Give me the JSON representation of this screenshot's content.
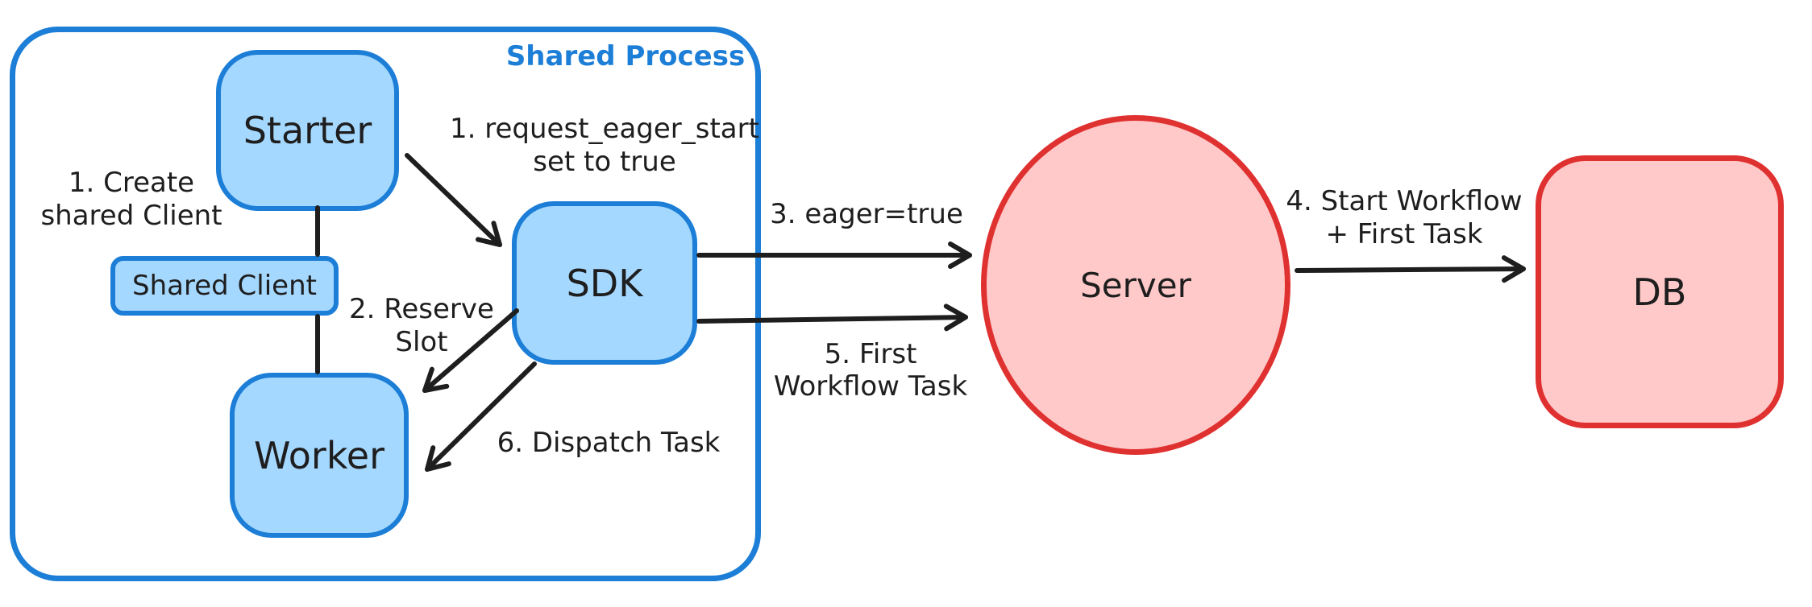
{
  "diagram": {
    "container": {
      "label": "Shared Process"
    },
    "nodes": {
      "starter": "Starter",
      "shared_client": "Shared Client",
      "worker": "Worker",
      "sdk": "SDK",
      "server": "Server",
      "db": "DB"
    },
    "labels": {
      "create_shared_client": {
        "line1": "1. Create",
        "line2": "shared Client"
      },
      "request_eager_start": {
        "line1": "1. request_eager_start",
        "line2": "set to true"
      },
      "reserve_slot": {
        "line1": "2. Reserve",
        "line2": "Slot"
      },
      "eager_true": "3. eager=true",
      "start_workflow": {
        "line1": "4. Start Workflow",
        "line2": "+ First Task"
      },
      "first_workflow_task": {
        "line1": "5. First",
        "line2": "Workflow Task"
      },
      "dispatch_task": "6. Dispatch Task"
    },
    "colors": {
      "blue_stroke": "#1c7ed6",
      "blue_fill": "#a5d8ff",
      "red_stroke": "#e03131",
      "red_fill": "#ffc9c9",
      "ink": "#1e1e1e"
    }
  }
}
